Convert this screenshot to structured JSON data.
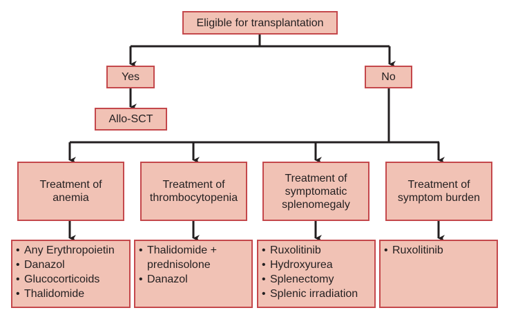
{
  "colors": {
    "box_fill": "#f1c2b5",
    "box_border": "#c4474b",
    "line": "#231f20"
  },
  "root": {
    "label": "Eligible for transplantation"
  },
  "branches": {
    "yes": {
      "label": "Yes",
      "next": {
        "label": "Allo-SCT"
      }
    },
    "no": {
      "label": "No"
    }
  },
  "categories": [
    {
      "label": "Treatment of anemia",
      "label_lines": [
        "Treatment of",
        "anemia"
      ],
      "items": [
        "Any Erythropoietin",
        "Danazol",
        "Glucocorticoids",
        "Thalidomide"
      ]
    },
    {
      "label": "Treatment of thrombocytopenia",
      "label_lines": [
        "Treatment of",
        "thrombocytopenia"
      ],
      "items": [
        "Thalidomide + prednisolone",
        "Danazol"
      ],
      "item_lines": [
        [
          "Thalidomide +",
          "prednisolone"
        ],
        [
          "Danazol"
        ]
      ]
    },
    {
      "label": "Treatment of symptomatic splenomegaly",
      "label_lines": [
        "Treatment of",
        "symptomatic",
        "splenomegaly"
      ],
      "items": [
        "Ruxolitinib",
        "Hydroxyurea",
        "Splenectomy",
        "Splenic irradiation"
      ]
    },
    {
      "label": "Treatment of symptom burden",
      "label_lines": [
        "Treatment of",
        "symptom burden"
      ],
      "items": [
        "Ruxolitinib"
      ]
    }
  ]
}
